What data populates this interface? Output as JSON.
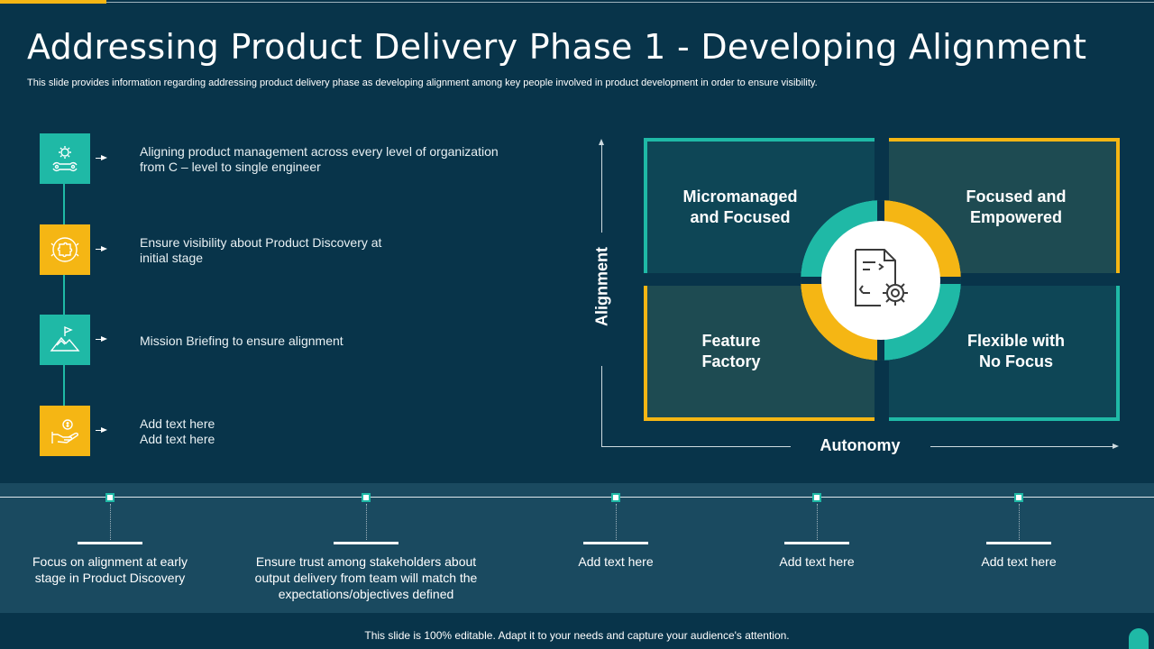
{
  "header": {
    "title": "Addressing Product Delivery Phase 1 - Developing Alignment",
    "subtitle": "This slide provides information regarding addressing product delivery phase as developing alignment among key people involved in product development in order to ensure visibility."
  },
  "list": {
    "items": [
      {
        "icon": "gear-wrench-icon",
        "color": "teal",
        "lines": [
          "Aligning product management across every level of organization",
          "from C – level to single engineer"
        ]
      },
      {
        "icon": "puzzle-icon",
        "color": "yellow",
        "lines": [
          "Ensure visibility about Product Discovery at",
          "initial stage"
        ]
      },
      {
        "icon": "mountain-flag-icon",
        "color": "teal",
        "lines": [
          "Mission Briefing to ensure alignment",
          ""
        ]
      },
      {
        "icon": "hand-coin-icon",
        "color": "yellow",
        "lines": [
          "Add text here",
          "Add text here"
        ]
      }
    ]
  },
  "matrix": {
    "y_axis_label": "Alignment",
    "x_axis_label": "Autonomy",
    "quadrants": {
      "top_left": [
        "Micromanaged",
        "and Focused"
      ],
      "top_right": [
        "Focused and",
        "Empowered"
      ],
      "bottom_left": [
        "Feature",
        "Factory"
      ],
      "bottom_right": [
        "Flexible with",
        "No Focus"
      ]
    },
    "center_icon": "document-gear-icon"
  },
  "timeline": {
    "steps": [
      {
        "lines": [
          "Focus on alignment at early",
          "stage in Product Discovery",
          ""
        ]
      },
      {
        "lines": [
          "Ensure trust among stakeholders about",
          "output delivery from team will match the",
          "expectations/objectives defined"
        ]
      },
      {
        "lines": [
          "Add text here",
          "",
          ""
        ]
      },
      {
        "lines": [
          "Add text here",
          "",
          ""
        ]
      },
      {
        "lines": [
          "Add text here",
          "",
          ""
        ]
      }
    ]
  },
  "footer": {
    "text": "This slide is 100% editable. Adapt it to your needs and capture your audience's attention."
  },
  "colors": {
    "background": "#08344a",
    "teal": "#1fb9a6",
    "yellow": "#f5b614",
    "band": "#1a4a60"
  }
}
